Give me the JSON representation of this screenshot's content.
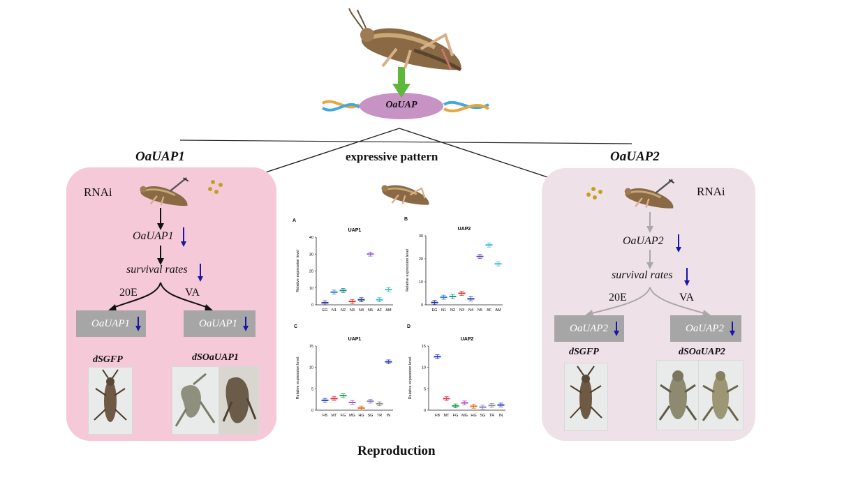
{
  "top": {
    "gene_label": "OaUAP"
  },
  "center": {
    "expression_label": "expressive pattern",
    "reproduction_label": "Reproduction"
  },
  "left": {
    "gene": "OaUAP1",
    "rnai": "RNAi",
    "knock": "OaUAP1",
    "survival": "survival rates",
    "branch_left": "20E",
    "branch_right": "VA",
    "box_left": "OaUAP1",
    "box_right": "OaUAP1",
    "ctrl_label": "dSGFP",
    "trt_label": "dSOaUAP1"
  },
  "right": {
    "gene": "OaUAP2",
    "rnai": "RNAi",
    "knock": "OaUAP2",
    "survival": "survival rates",
    "branch_left": "20E",
    "branch_right": "VA",
    "box_left": "OaUAP2",
    "box_right": "OaUAP2",
    "ctrl_label": "dSGFP",
    "trt_label": "dSOaUAP2"
  },
  "colors": {
    "down_arrow": "#1a14a8",
    "left_panel": "#f5c9d7",
    "right_panel": "#efe1e8",
    "gray_box": "#a6a6a6",
    "ellipse": "#c793c4",
    "green_arrow": "#5cb73a"
  },
  "chart_data": [
    {
      "panel": "A",
      "title": "UAP1",
      "type": "scatter",
      "ylabel": "Relative expression level",
      "categories": [
        "EG",
        "N1",
        "N2",
        "N3",
        "N4",
        "N5",
        "AF",
        "AM"
      ],
      "values": [
        1.2,
        7.5,
        8.5,
        2.0,
        3.0,
        30.0,
        3.0,
        9.0
      ],
      "ylim": [
        0,
        40
      ],
      "yticks": [
        "0",
        "10",
        "20",
        "30",
        "40"
      ],
      "colors": [
        "#1f2f9a",
        "#2f7fd0",
        "#1b8a8a",
        "#e03020",
        "#1a3fa0",
        "#9060c8",
        "#39b8e0",
        "#39c0c8"
      ]
    },
    {
      "panel": "B",
      "title": "UAP2",
      "type": "scatter",
      "ylabel": "Relative expression level",
      "categories": [
        "EG",
        "N1",
        "N2",
        "N3",
        "N4",
        "N5",
        "AF",
        "AM"
      ],
      "values": [
        1.0,
        3.3,
        3.6,
        5.0,
        2.6,
        21.0,
        26.0,
        17.8
      ],
      "ylim": [
        0,
        30
      ],
      "yticks": [
        "0",
        "10",
        "20",
        "30"
      ],
      "colors": [
        "#1f2f9a",
        "#2f7fd0",
        "#1b8a8a",
        "#e03020",
        "#1a3fa0",
        "#6a40b8",
        "#39b8e0",
        "#39c0c8"
      ]
    },
    {
      "panel": "C",
      "title": "UAP1",
      "type": "scatter",
      "ylabel": "Relative expression level",
      "categories": [
        "FB",
        "MT",
        "FG",
        "MG",
        "HG",
        "SG",
        "TR",
        "IN"
      ],
      "values": [
        2.3,
        2.7,
        3.4,
        1.8,
        0.5,
        2.1,
        1.5,
        11.3
      ],
      "ylim": [
        0,
        15
      ],
      "yticks": [
        "0",
        "5",
        "10",
        "15"
      ],
      "colors": [
        "#1f3fc8",
        "#e03040",
        "#20a050",
        "#b050c8",
        "#e07020",
        "#8080c0",
        "#909090",
        "#3040c0"
      ]
    },
    {
      "panel": "D",
      "title": "UAP2",
      "type": "scatter",
      "ylabel": "Relative expression level",
      "categories": [
        "FB",
        "MT",
        "FG",
        "MG",
        "HG",
        "SG",
        "TR",
        "IN"
      ],
      "values": [
        12.5,
        2.7,
        1.0,
        1.7,
        0.9,
        0.7,
        1.1,
        1.2
      ],
      "ylim": [
        0,
        15
      ],
      "yticks": [
        "0",
        "5",
        "10",
        "15"
      ],
      "colors": [
        "#1f3fc8",
        "#e04050",
        "#20a050",
        "#b050c8",
        "#e07020",
        "#8080c0",
        "#909090",
        "#3040c0"
      ]
    }
  ]
}
